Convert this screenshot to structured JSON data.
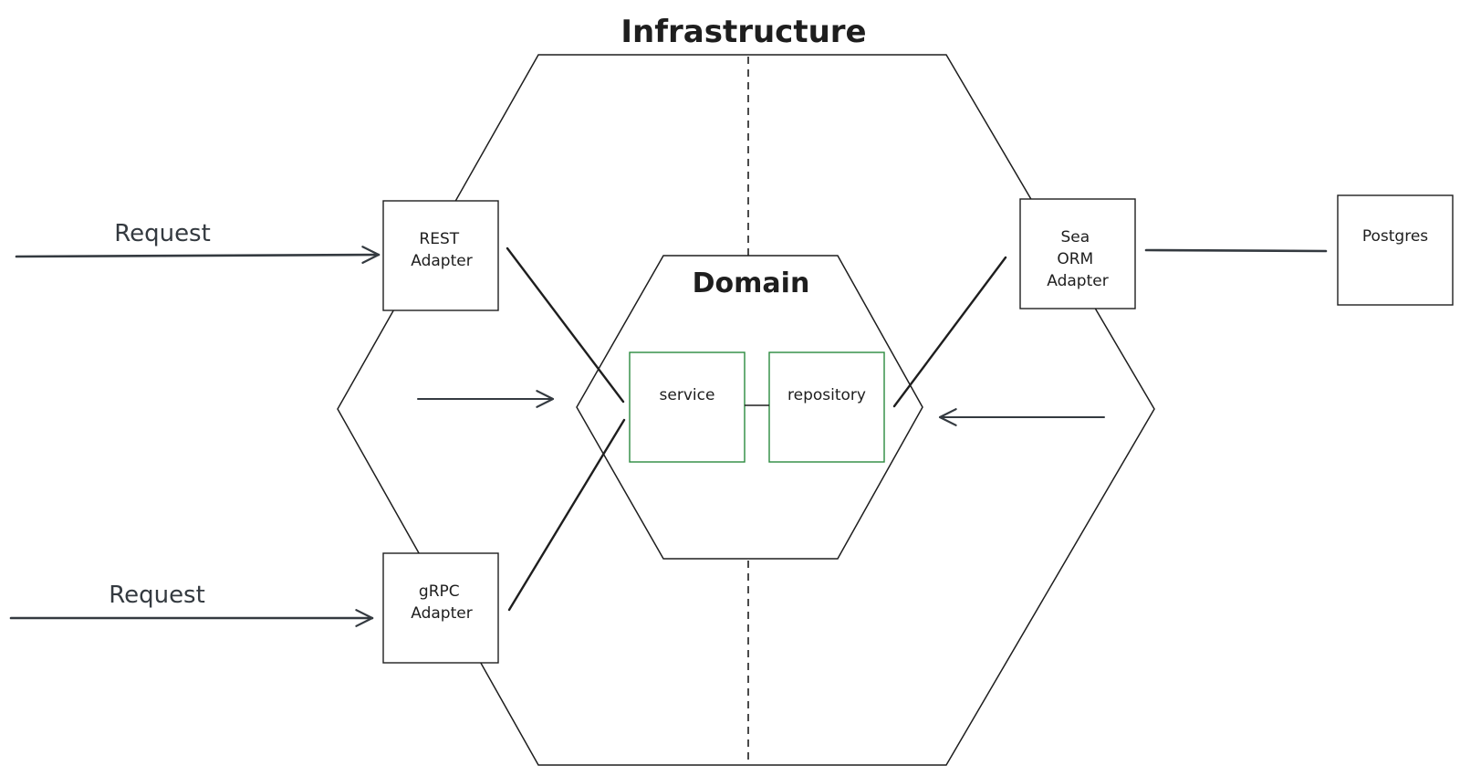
{
  "diagram": {
    "title": "Infrastructure",
    "domain_label": "Domain",
    "request_top": "Request",
    "request_bottom": "Request",
    "rest_adapter": [
      "REST",
      "Adapter"
    ],
    "grpc_adapter": [
      "gRPC",
      "Adapter"
    ],
    "orm_adapter": [
      "Sea",
      "ORM",
      "Adapter"
    ],
    "postgres": "Postgres",
    "service": "service",
    "repository": "repository"
  },
  "colors": {
    "ink": "#1e1e1e",
    "arrow": "#343a40",
    "domain_box": "#2b8a3e",
    "background": "#ffffff"
  }
}
